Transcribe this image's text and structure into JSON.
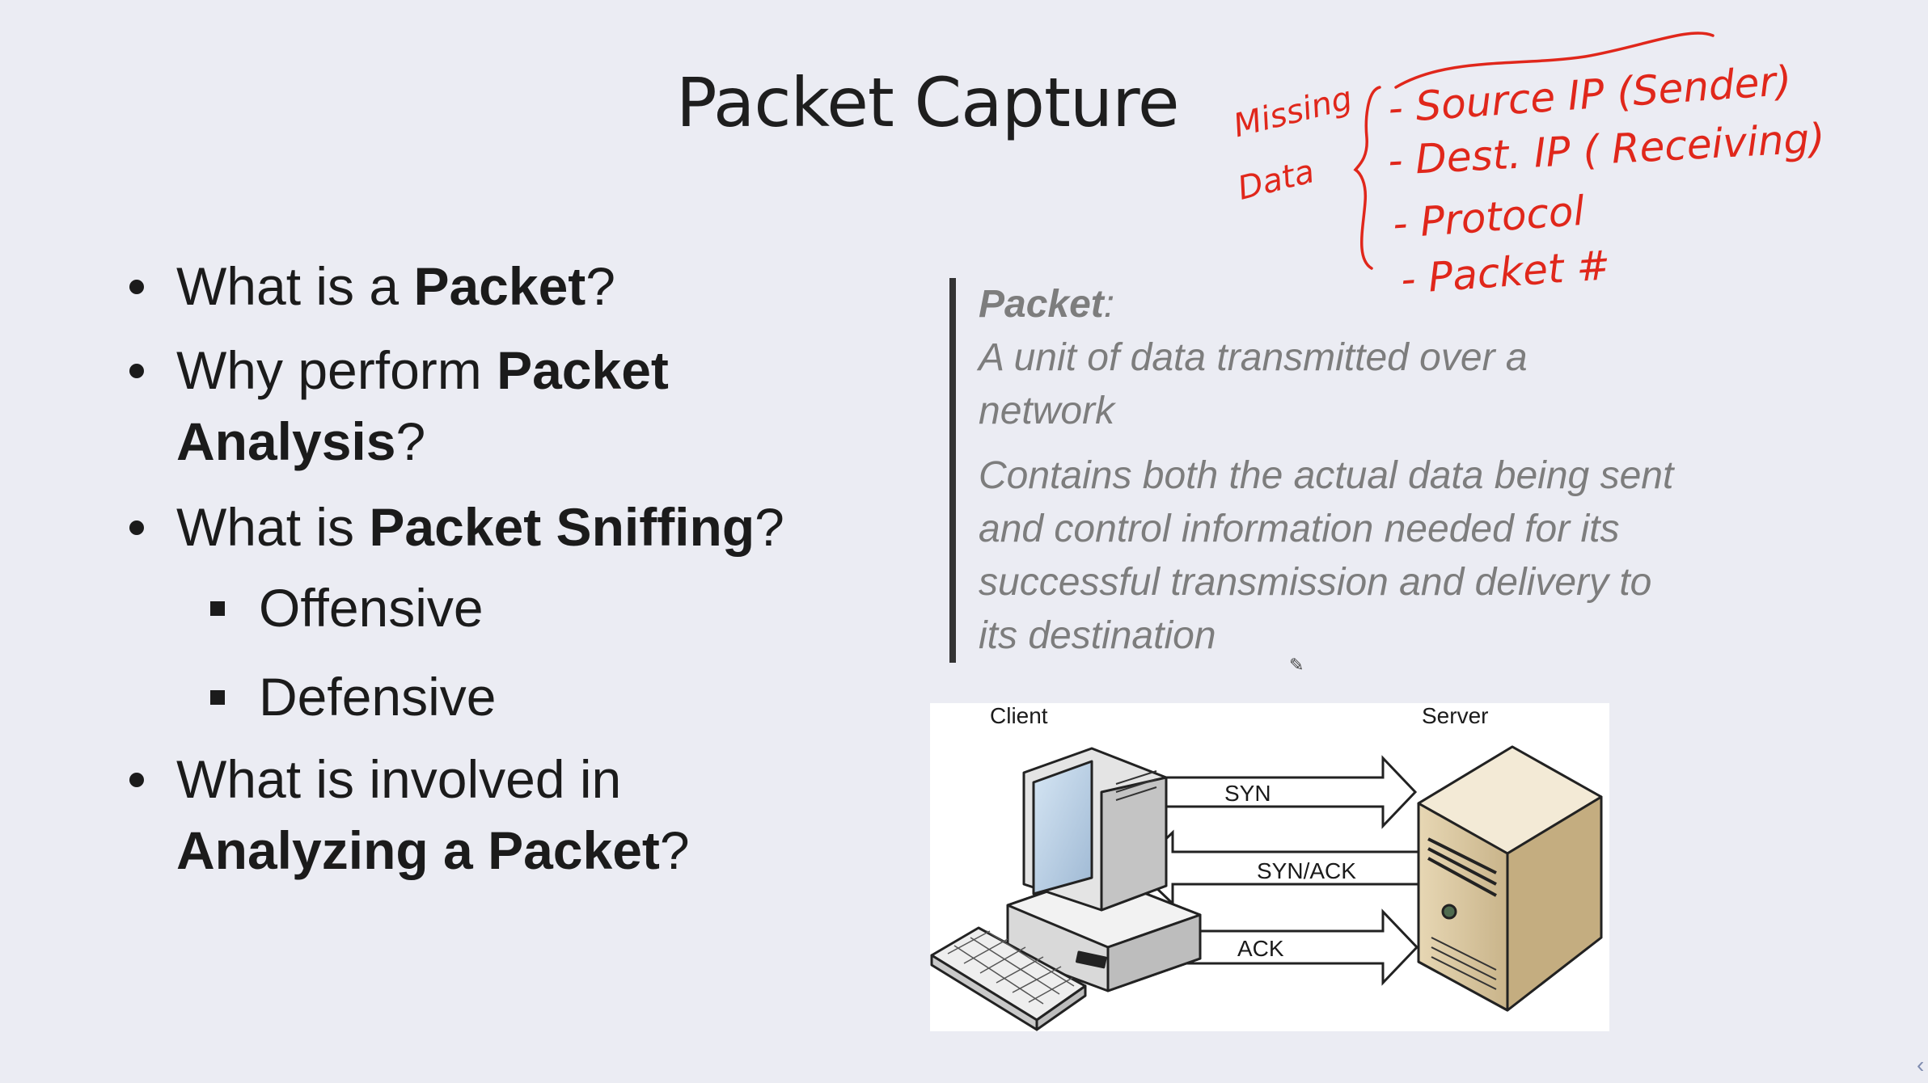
{
  "slide": {
    "title": "Packet Capture",
    "bullets": {
      "b1": {
        "pre": "What is a ",
        "bold": "Packet",
        "post": "?"
      },
      "b2": {
        "pre": "Why perform ",
        "bold": "Packet Analysis",
        "post": "?"
      },
      "b3": {
        "pre": "What is ",
        "bold": "Packet Sniffing",
        "post": "?"
      },
      "sub1": "Offensive",
      "sub2": "Defensive",
      "b4": {
        "pre": "What is involved in ",
        "bold": "Analyzing a Packet",
        "post": "?"
      }
    },
    "definition": {
      "term": "Packet",
      "colon": ":",
      "p1": "A unit of data transmitted over a network",
      "p2": "Contains both the actual data being sent and control information needed for its successful transmission and delivery to its destination"
    },
    "diagram": {
      "client_label": "Client",
      "server_label": "Server",
      "syn": "SYN",
      "synack": "SYN/ACK",
      "ack": "ACK"
    }
  },
  "annotation": {
    "color": "#e0271b",
    "side_label_1": "Missing",
    "side_label_2": "Data",
    "items": [
      "- Source  IP (Sender)",
      "- Dest.  IP ( Receiving)",
      "- Protocol",
      "- Packet #"
    ]
  },
  "colors": {
    "background": "#ebecf3",
    "text": "#1b1b1b",
    "quote_text": "#7d7d7d",
    "quote_bar": "#333333"
  },
  "icons": [
    "pencil-cursor-icon",
    "client-computer-icon",
    "server-tower-icon",
    "keyboard-icon"
  ]
}
